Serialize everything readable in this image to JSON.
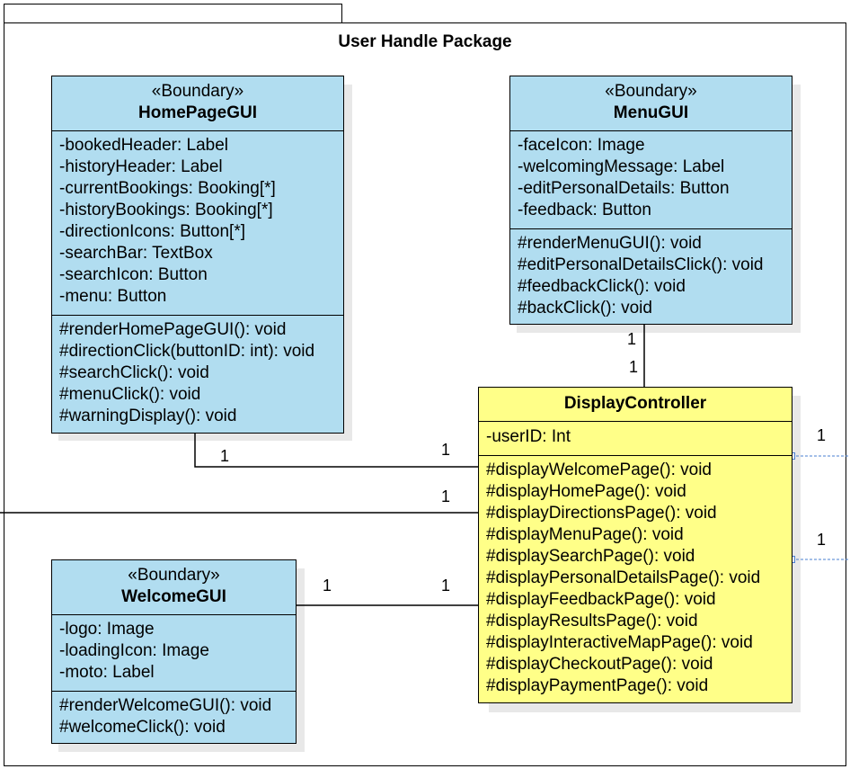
{
  "package": {
    "title": "User Handle Package"
  },
  "classes": {
    "homepage": {
      "stereotype": "«Boundary»",
      "name": "HomePageGUI",
      "attributes": [
        "-bookedHeader: Label",
        "-historyHeader: Label",
        "-currentBookings: Booking[*]",
        "-historyBookings: Booking[*]",
        "-directionIcons: Button[*]",
        "-searchBar: TextBox",
        "-searchIcon: Button",
        "-menu: Button"
      ],
      "methods": [
        "#renderHomePageGUI(): void",
        "#directionClick(buttonID: int): void",
        "#searchClick(): void",
        "#menuClick(): void",
        "#warningDisplay(): void"
      ]
    },
    "menu": {
      "stereotype": "«Boundary»",
      "name": "MenuGUI",
      "attributes": [
        "-faceIcon: Image",
        "-welcomingMessage: Label",
        "-editPersonalDetails: Button",
        "-feedback: Button"
      ],
      "methods": [
        "#renderMenuGUI(): void",
        "#editPersonalDetailsClick(): void",
        "#feedbackClick(): void",
        "#backClick(): void"
      ]
    },
    "welcome": {
      "stereotype": "«Boundary»",
      "name": "WelcomeGUI",
      "attributes": [
        "-logo: Image",
        "-loadingIcon: Image",
        "-moto: Label"
      ],
      "methods": [
        "#renderWelcomeGUI(): void",
        "#welcomeClick(): void"
      ]
    },
    "display": {
      "name": "DisplayController",
      "attributes": [
        "-userID: Int"
      ],
      "methods": [
        "#displayWelcomePage(): void",
        "#displayHomePage(): void",
        "#displayDirectionsPage(): void",
        "#displayMenuPage(): void",
        "#displaySearchPage(): void",
        "#displayPersonalDetailsPage(): void",
        "#displayFeedbackPage(): void",
        "#displayResultsPage(): void",
        "#displayInteractiveMapPage(): void",
        "#displayCheckoutPage(): void",
        "#displayPaymentPage(): void"
      ]
    }
  },
  "multiplicities": {
    "menu_top": "1",
    "menu_bottom": "1",
    "home_left": "1",
    "home_right": "1",
    "left_edge_right": "1",
    "welcome_left": "1",
    "welcome_right": "1",
    "right_top": "1",
    "right_bottom": "1"
  },
  "colors": {
    "boundary_fill": "#b1ddf0",
    "controller_fill": "#ffff88",
    "ext_link": "#4a7fd0"
  }
}
